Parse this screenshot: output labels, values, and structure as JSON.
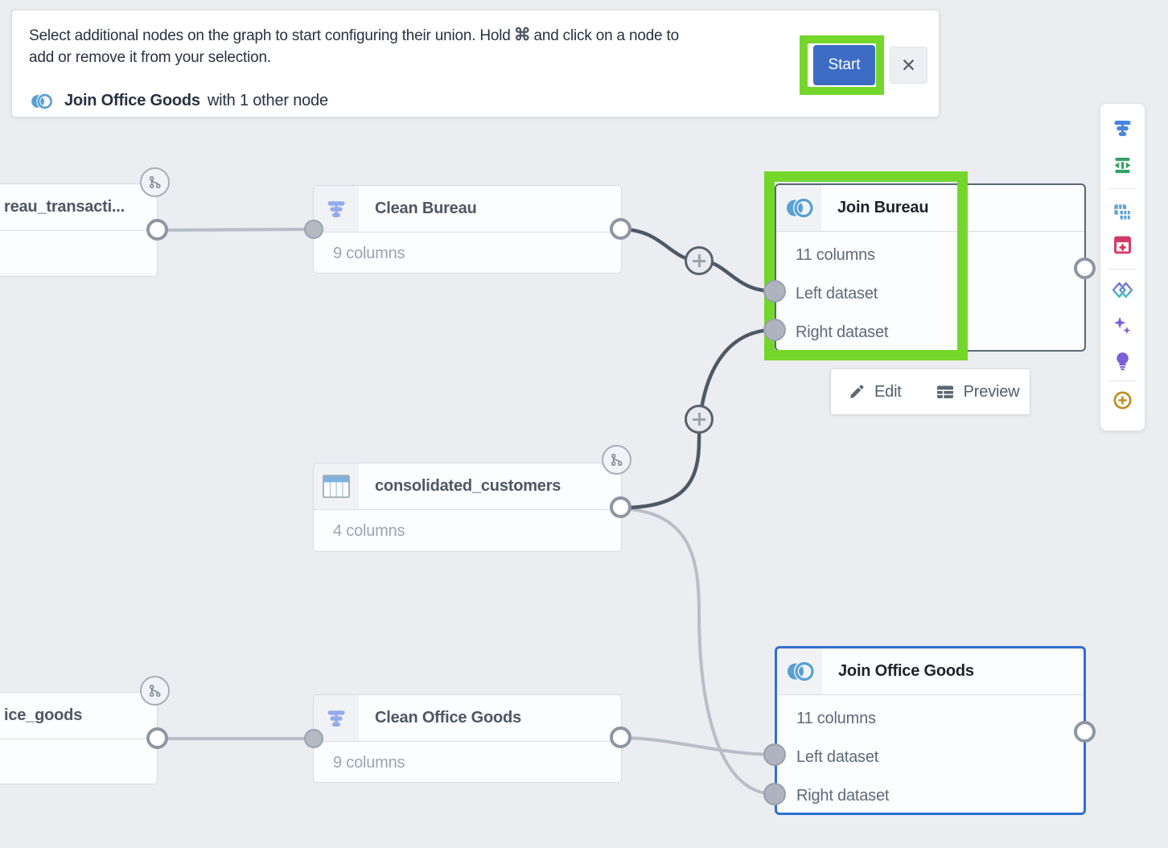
{
  "banner": {
    "line1_pre": "Select additional nodes on the graph to start configuring their union. Hold",
    "cmd_symbol": "⌘",
    "line1_post": "and click on a node to",
    "line2": "add or remove it from your selection.",
    "selection_label": "Join Office Goods",
    "selection_suffix": "with 1 other node",
    "start_label": "Start",
    "close_label": "✕"
  },
  "nodes": {
    "bureau_transactions": {
      "title": "reau_transacti..."
    },
    "clean_bureau": {
      "title": "Clean Bureau",
      "columns": "9 columns"
    },
    "join_bureau": {
      "title": "Join Bureau",
      "columns": "11 columns",
      "inputs": [
        "Left dataset",
        "Right dataset"
      ]
    },
    "consolidated_customers": {
      "title": "consolidated_customers",
      "columns": "4 columns"
    },
    "office_goods": {
      "title": "ice_goods"
    },
    "clean_office_goods": {
      "title": "Clean Office Goods",
      "columns": "9 columns"
    },
    "join_office_goods": {
      "title": "Join Office Goods",
      "columns": "11 columns",
      "inputs": [
        "Left dataset",
        "Right dataset"
      ]
    }
  },
  "context_menu": {
    "edit": "Edit",
    "preview": "Preview"
  },
  "toolbar": {
    "icons": [
      "clean-transform-icon",
      "reshape-transform-icon",
      "join-datasets-icon",
      "create-table-icon",
      "union-transform-icon",
      "ai-sparkles-icon",
      "suggestions-bulb-icon",
      "add-node-icon"
    ]
  },
  "colors": {
    "highlight_green": "#74d62b",
    "start_button_blue": "#3d6cc4",
    "selected_node_blue": "#2e6fd2",
    "join_icon_blue": "#58a0d6",
    "dark_edge": "#4d5966",
    "light_edge": "#b8bec8",
    "canvas_bg": "#ecedf0"
  }
}
